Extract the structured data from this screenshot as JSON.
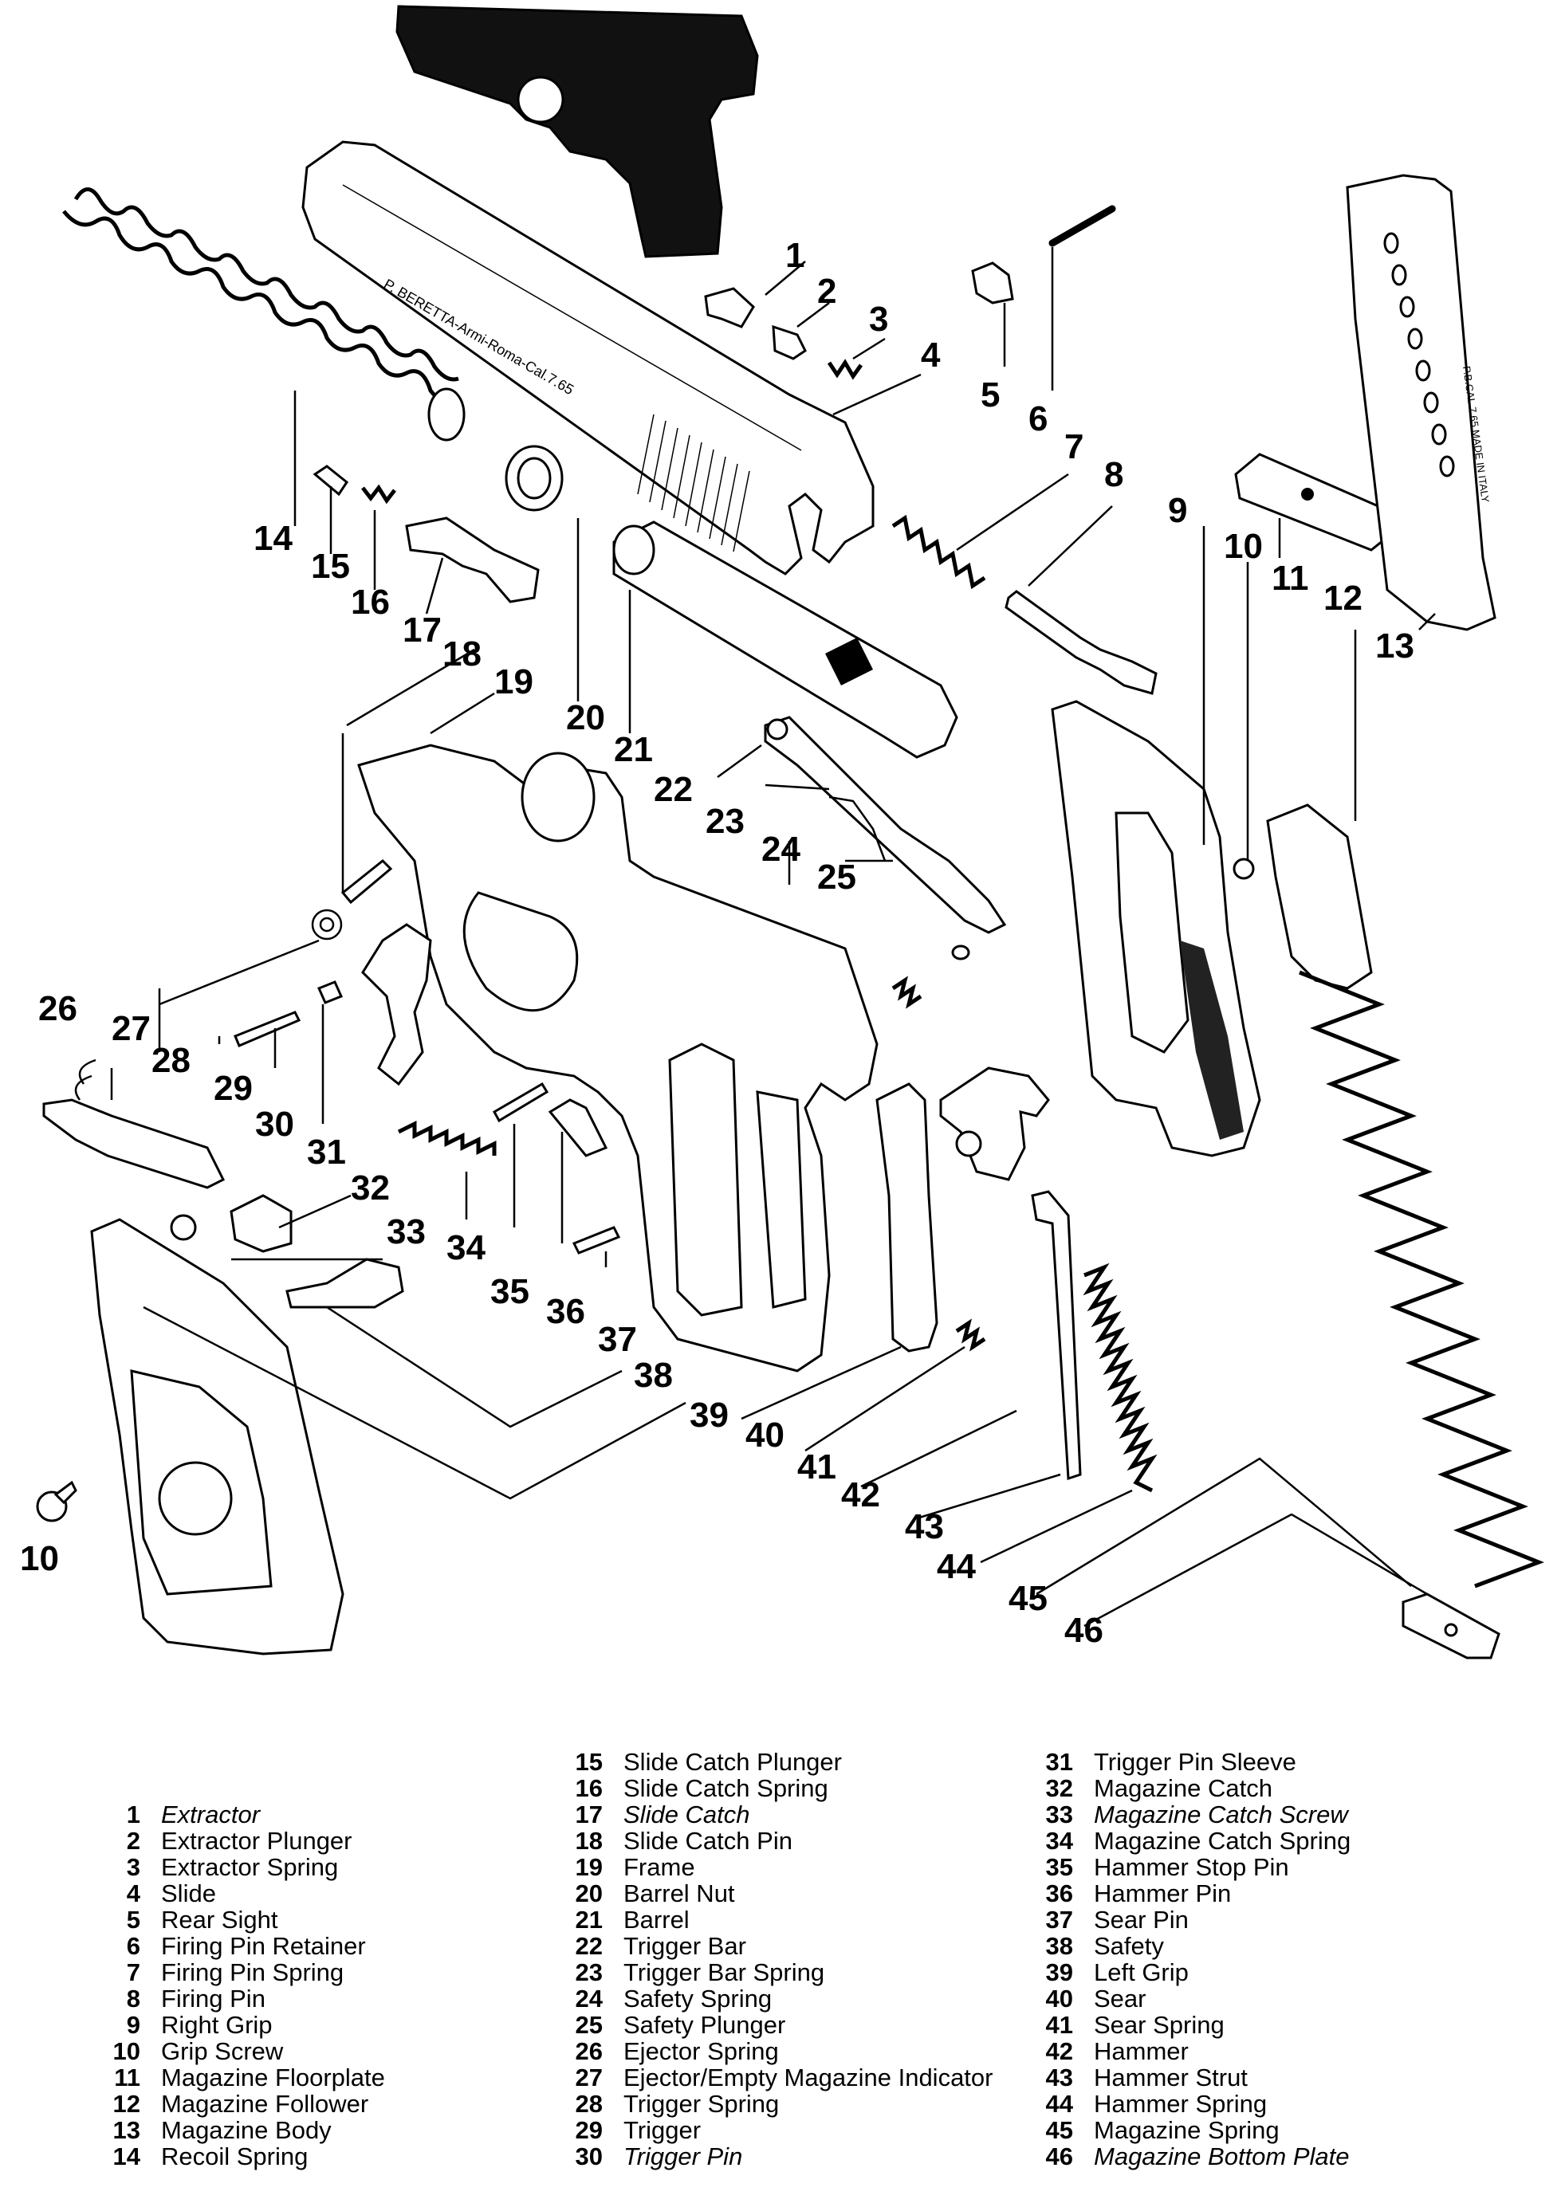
{
  "callouts": [
    "1",
    "2",
    "3",
    "4",
    "5",
    "6",
    "7",
    "8",
    "9",
    "10",
    "11",
    "12",
    "13",
    "14",
    "15",
    "16",
    "17",
    "18",
    "19",
    "20",
    "21",
    "22",
    "23",
    "24",
    "25",
    "26",
    "27",
    "28",
    "29",
    "30",
    "31",
    "32",
    "33",
    "34",
    "35",
    "36",
    "37",
    "38",
    "39",
    "40",
    "41",
    "42",
    "43",
    "44",
    "45",
    "46"
  ],
  "slide_engraving": "P. BERETTA-Armi-Roma-Cal.7.65",
  "magazine_engraving": "P.B.CAL.7.65 MADE IN ITALY",
  "legend": [
    {
      "num": "1",
      "name": "Extractor"
    },
    {
      "num": "2",
      "name": "Extractor Plunger"
    },
    {
      "num": "3",
      "name": "Extractor Spring"
    },
    {
      "num": "4",
      "name": "Slide"
    },
    {
      "num": "5",
      "name": "Rear Sight"
    },
    {
      "num": "6",
      "name": "Firing Pin Retainer"
    },
    {
      "num": "7",
      "name": "Firing Pin Spring"
    },
    {
      "num": "8",
      "name": "Firing Pin"
    },
    {
      "num": "9",
      "name": "Right Grip"
    },
    {
      "num": "10",
      "name": "Grip Screw"
    },
    {
      "num": "11",
      "name": "Magazine Floorplate"
    },
    {
      "num": "12",
      "name": "Magazine Follower"
    },
    {
      "num": "13",
      "name": "Magazine Body"
    },
    {
      "num": "14",
      "name": "Recoil Spring"
    },
    {
      "num": "15",
      "name": "Slide Catch Plunger"
    },
    {
      "num": "16",
      "name": "Slide Catch Spring"
    },
    {
      "num": "17",
      "name": "Slide Catch"
    },
    {
      "num": "18",
      "name": "Slide Catch Pin"
    },
    {
      "num": "19",
      "name": "Frame"
    },
    {
      "num": "20",
      "name": "Barrel Nut"
    },
    {
      "num": "21",
      "name": "Barrel"
    },
    {
      "num": "22",
      "name": "Trigger Bar"
    },
    {
      "num": "23",
      "name": "Trigger Bar Spring"
    },
    {
      "num": "24",
      "name": "Safety Spring"
    },
    {
      "num": "25",
      "name": "Safety Plunger"
    },
    {
      "num": "26",
      "name": "Ejector Spring"
    },
    {
      "num": "27",
      "name": "Ejector/Empty Magazine Indicator"
    },
    {
      "num": "28",
      "name": "Trigger Spring"
    },
    {
      "num": "29",
      "name": "Trigger"
    },
    {
      "num": "30",
      "name": "Trigger Pin"
    },
    {
      "num": "31",
      "name": "Trigger Pin Sleeve"
    },
    {
      "num": "32",
      "name": "Magazine Catch"
    },
    {
      "num": "33",
      "name": "Magazine Catch Screw"
    },
    {
      "num": "34",
      "name": "Magazine Catch Spring"
    },
    {
      "num": "35",
      "name": "Hammer Stop Pin"
    },
    {
      "num": "36",
      "name": "Hammer Pin"
    },
    {
      "num": "37",
      "name": "Sear Pin"
    },
    {
      "num": "38",
      "name": "Safety"
    },
    {
      "num": "39",
      "name": "Left Grip"
    },
    {
      "num": "40",
      "name": "Sear"
    },
    {
      "num": "41",
      "name": "Sear Spring"
    },
    {
      "num": "42",
      "name": "Hammer"
    },
    {
      "num": "43",
      "name": "Hammer Strut"
    },
    {
      "num": "44",
      "name": "Hammer Spring"
    },
    {
      "num": "45",
      "name": "Magazine Spring"
    },
    {
      "num": "46",
      "name": "Magazine Bottom Plate"
    }
  ]
}
